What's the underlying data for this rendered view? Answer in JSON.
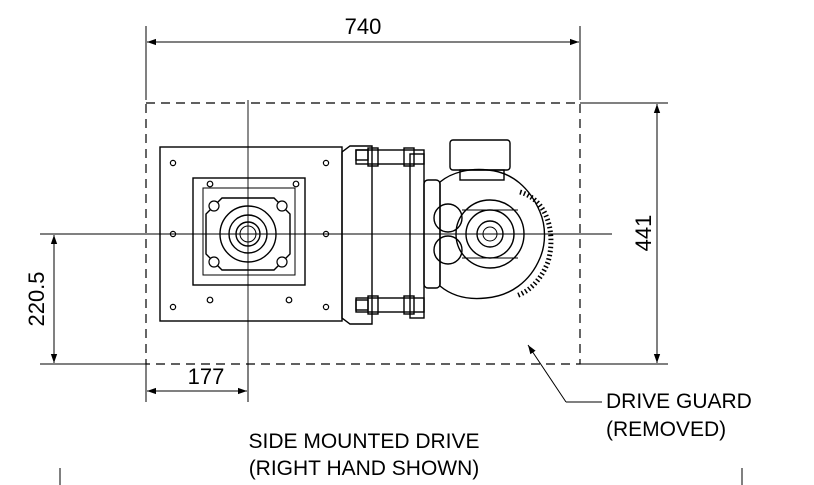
{
  "dimensions": {
    "overall_width": "740",
    "overall_height": "441",
    "half_height": "220.5",
    "centre_offset": "177"
  },
  "notes": {
    "guard_line1": "DRIVE GUARD",
    "guard_line2": "(REMOVED)",
    "caption_line1": "SIDE MOUNTED DRIVE",
    "caption_line2": "(RIGHT HAND SHOWN)"
  }
}
